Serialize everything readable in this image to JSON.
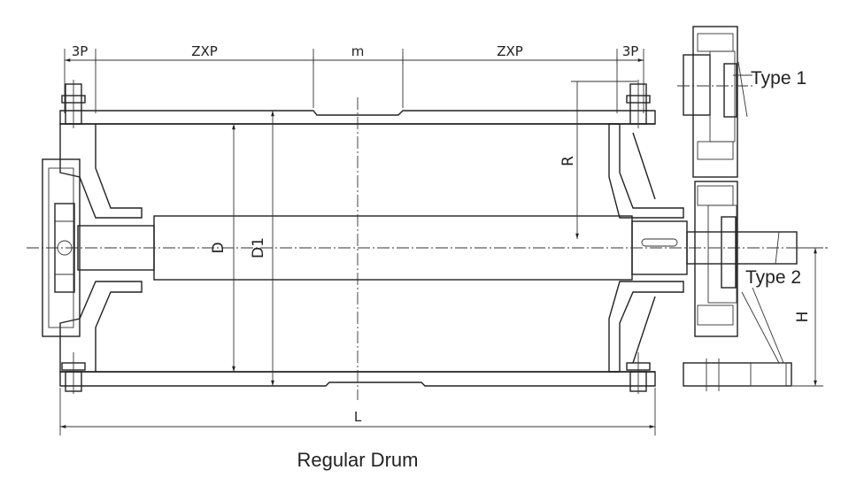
{
  "labels": {
    "end_pitch_left": "3P",
    "zone_left": "ZXP",
    "middle": "m",
    "zone_right": "ZXP",
    "end_pitch_right": "3P",
    "radius": "R",
    "diameter": "D",
    "outer_diameter": "D1",
    "length": "L",
    "height": "H",
    "type1": "Type 1",
    "type2": "Type 2"
  },
  "caption": "Regular Drum"
}
